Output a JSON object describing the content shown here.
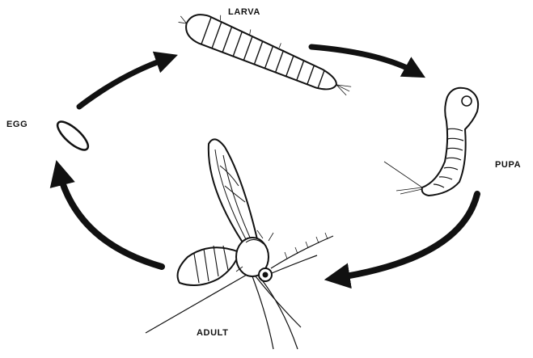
{
  "diagram": {
    "stages": {
      "egg": "EGG",
      "larva": "LARVA",
      "pupa": "PUPA",
      "adult": "ADULT"
    },
    "colors": {
      "ink": "#111111",
      "background": "#ffffff"
    },
    "icons": [
      "egg-icon",
      "larva-icon",
      "pupa-icon",
      "adult-insect-icon"
    ]
  }
}
